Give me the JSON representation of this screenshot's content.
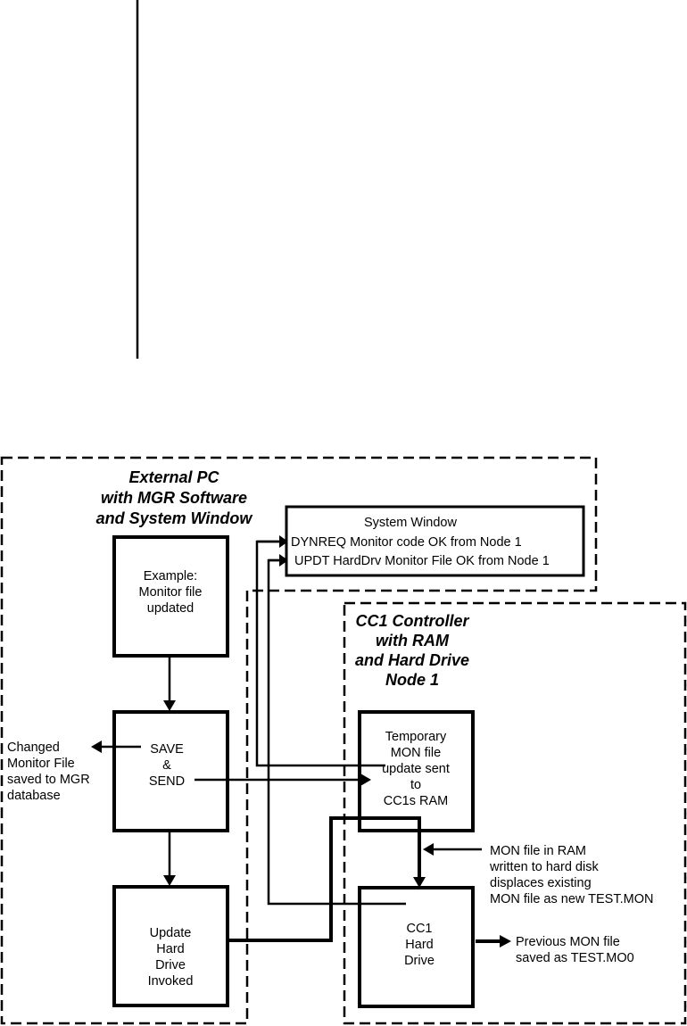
{
  "diagram": {
    "groups": {
      "external_pc": {
        "title_lines": [
          "External PC",
          "with MGR Software",
          "and System Window"
        ]
      },
      "controller": {
        "title_lines": [
          "CC1 Controller",
          "with RAM",
          "and Hard Drive",
          "Node 1"
        ]
      }
    },
    "system_window": {
      "title": "System Window",
      "messages": [
        "DYNREQ Monitor code OK from Node 1",
        "UPDT HardDrv Monitor File OK from Node 1"
      ]
    },
    "boxes": {
      "example": {
        "lines": [
          "Example:",
          "Monitor file",
          "updated"
        ]
      },
      "save_send": {
        "lines": [
          "SAVE",
          "&",
          "SEND"
        ]
      },
      "update_hd": {
        "lines": [
          "Update",
          "Hard",
          "Drive",
          "Invoked"
        ]
      },
      "temp_mon": {
        "lines": [
          "Temporary",
          "MON file",
          "update sent",
          "to",
          "CC1s RAM"
        ]
      },
      "hard_drive": {
        "lines": [
          "CC1",
          "Hard",
          "Drive"
        ]
      }
    },
    "annotations": {
      "changed_file": [
        "Changed",
        "Monitor File",
        "saved to MGR",
        "database"
      ],
      "ram_written": [
        "MON file in RAM",
        "written to hard disk",
        "displaces existing",
        "MON file as new TEST.MON"
      ],
      "previous_file": [
        "Previous MON file",
        "saved as TEST.MO0"
      ]
    }
  }
}
